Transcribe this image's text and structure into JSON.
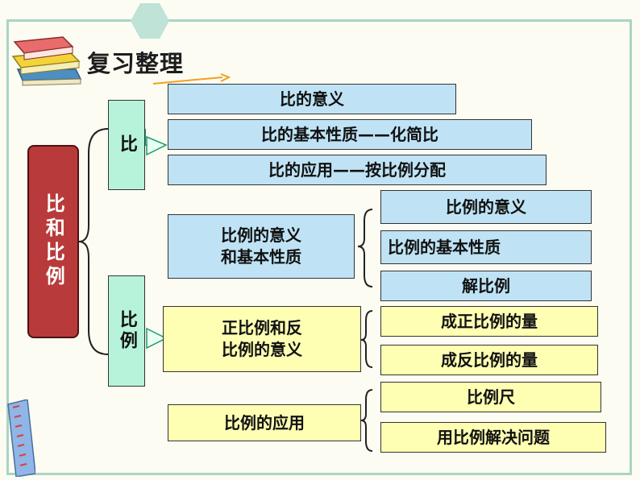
{
  "title": "复习整理",
  "root": "比和比例",
  "branch_ratio": {
    "label": "比",
    "items": [
      "比的意义",
      "比的基本性质——化简比",
      "比的应用——按比例分配"
    ]
  },
  "branch_proportion": {
    "label": "比例",
    "groups": [
      {
        "label": "比例的意义\n和基本性质",
        "items": [
          "比例的意义",
          "比例的基本性质",
          "解比例"
        ]
      },
      {
        "label": "正比例和反\n比例的意义",
        "items": [
          "成正比例的量",
          "成反比例的量"
        ]
      },
      {
        "label": "比例的应用",
        "items": [
          "比例尺",
          "用比例解决问题"
        ]
      }
    ]
  },
  "colors": {
    "frame": "#a9d5c4",
    "root_fill": "#b93a3a",
    "branch_fill": "#b7f3da",
    "blue_fill": "#bfe3f5",
    "yellow_fill": "#ffffb3"
  }
}
